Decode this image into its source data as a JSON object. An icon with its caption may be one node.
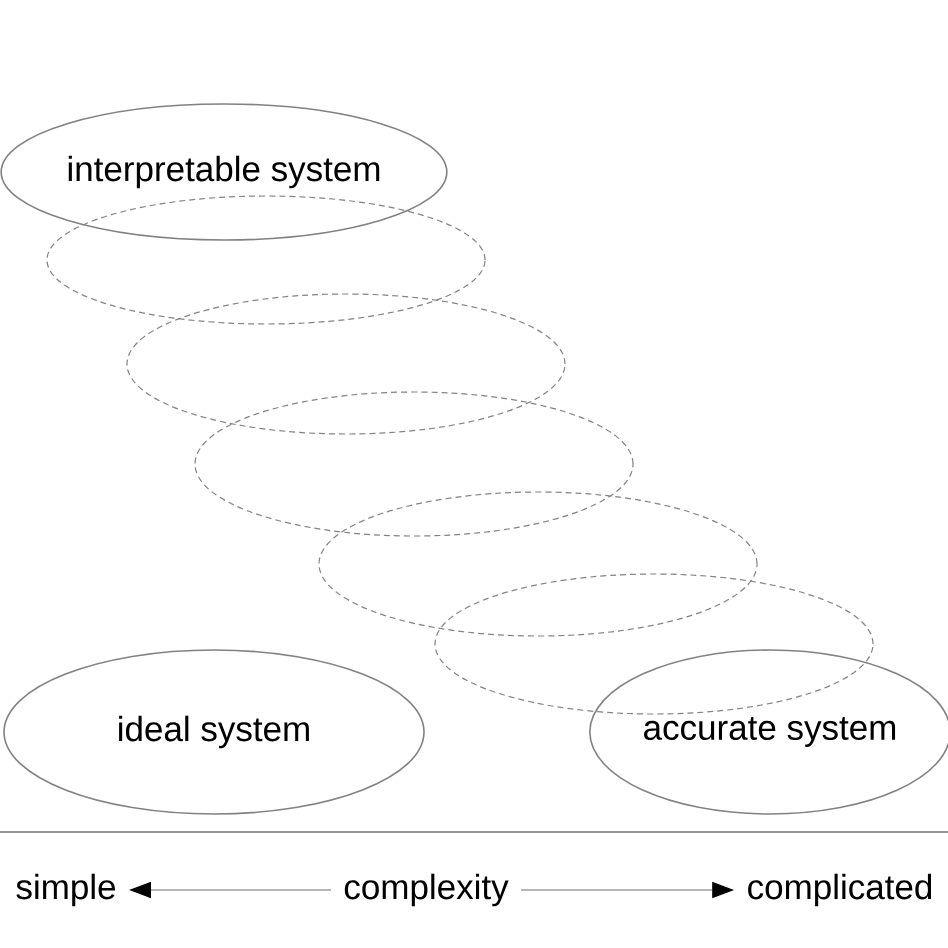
{
  "diagram": {
    "nodes": [
      {
        "text": [
          "interpretable system"
        ]
      },
      {
        "text": [],
        "shape": "ellipse"
      },
      {
        "text": [],
        "shape": "ellipse"
      },
      {
        "text": [],
        "shape": "ellipse"
      },
      {
        "text": [],
        "shape": "ellipse"
      },
      {
        "text": [],
        "shape": "ellipse"
      },
      {
        "text": [
          "ideal system"
        ]
      },
      {
        "text": [
          "accurate system"
        ]
      },
      {
        "text": [
          "simple"
        ]
      },
      {
        "text": [
          "complexity"
        ]
      },
      {
        "text": [
          "complicated"
        ]
      }
    ],
    "edges": [
      {
        "from": 9,
        "to": 8,
        "arrow": "to"
      },
      {
        "from": 9,
        "to": 10,
        "arrow": "to"
      }
    ]
  }
}
